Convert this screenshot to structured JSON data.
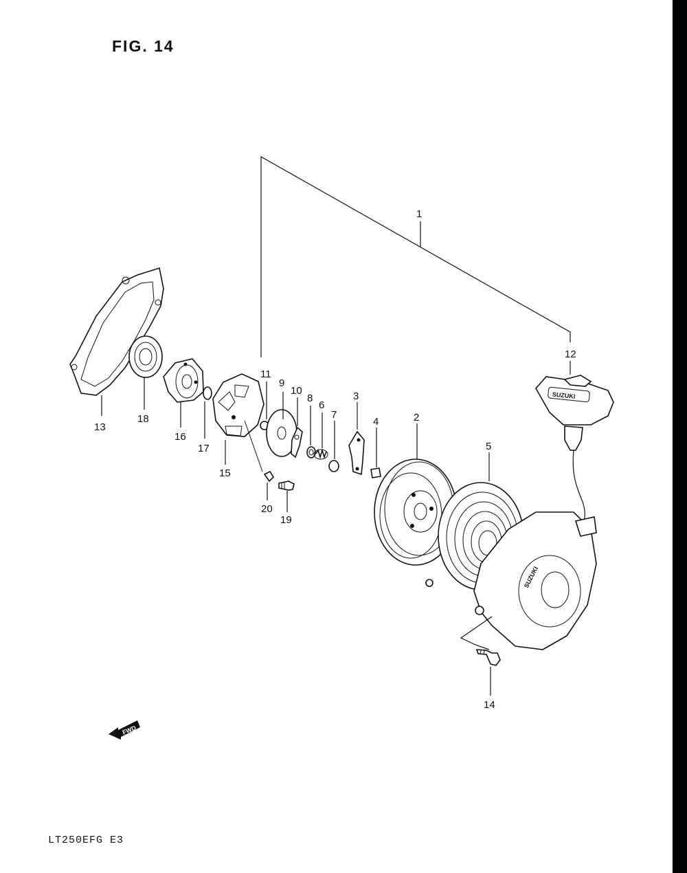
{
  "figure_title": "FIG. 14",
  "model_code": "LT250EFG  E3",
  "callouts": [
    {
      "id": "1",
      "label": "1"
    },
    {
      "id": "2",
      "label": "2"
    },
    {
      "id": "3",
      "label": "3"
    },
    {
      "id": "4",
      "label": "4"
    },
    {
      "id": "5",
      "label": "5"
    },
    {
      "id": "6",
      "label": "6"
    },
    {
      "id": "7",
      "label": "7"
    },
    {
      "id": "8",
      "label": "8"
    },
    {
      "id": "9",
      "label": "9"
    },
    {
      "id": "10",
      "label": "10"
    },
    {
      "id": "11",
      "label": "11"
    },
    {
      "id": "12",
      "label": "12"
    },
    {
      "id": "13",
      "label": "13"
    },
    {
      "id": "14",
      "label": "14"
    },
    {
      "id": "15",
      "label": "15"
    },
    {
      "id": "16",
      "label": "16"
    },
    {
      "id": "17",
      "label": "17"
    },
    {
      "id": "18",
      "label": "18"
    },
    {
      "id": "19",
      "label": "19"
    },
    {
      "id": "20",
      "label": "20"
    }
  ],
  "handle_badge": "SUZUKI",
  "case_lettering": "SUZUKI",
  "direction_marker": "FWD"
}
